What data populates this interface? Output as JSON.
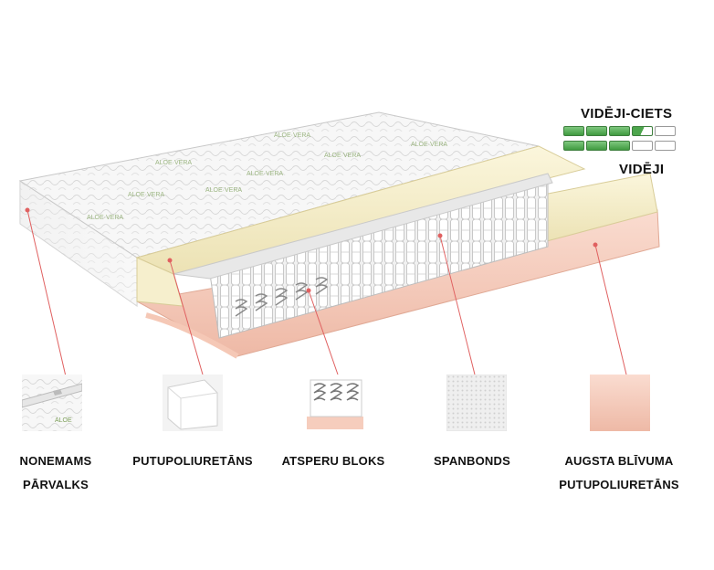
{
  "firmness": {
    "top_label": "VIDĒJI-CIETS",
    "bottom_label": "VIDĒJI",
    "top_level": 3.5,
    "bottom_level": 3,
    "max_level": 5,
    "accent_color": "#3f9b3f"
  },
  "layers": [
    {
      "name": "NONEMAMS",
      "name2": "PĀRVALKS"
    },
    {
      "name": "PUTUPOLIURETĀNS",
      "name2": ""
    },
    {
      "name": "ATSPERU BLOKS",
      "name2": ""
    },
    {
      "name": "SPANBONDS",
      "name2": ""
    },
    {
      "name": "AUGSTA BLĪVUMA",
      "name2": "PUTUPOLIURETĀNS"
    }
  ]
}
